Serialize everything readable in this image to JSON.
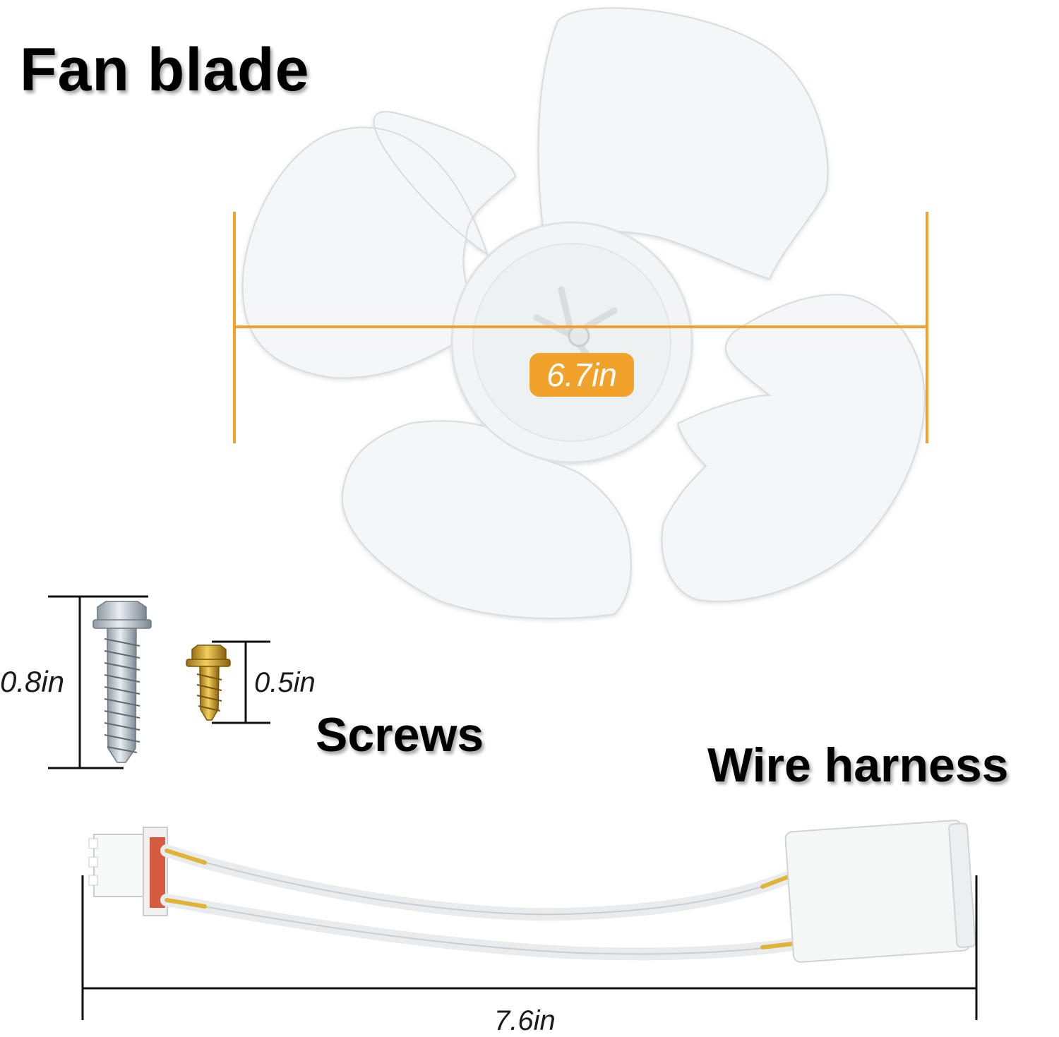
{
  "labels": {
    "fan_blade": "Fan blade",
    "screws": "Screws",
    "wire_harness": "Wire harness"
  },
  "dimensions": {
    "fan_blade_diameter": "6.7in",
    "long_screw_length": "0.8in",
    "short_screw_length": "0.5in",
    "wire_harness_length": "7.6in"
  },
  "colors": {
    "accent": "#f0a22a",
    "blade": "#f4f6f7",
    "dimension_line": "#111111"
  }
}
